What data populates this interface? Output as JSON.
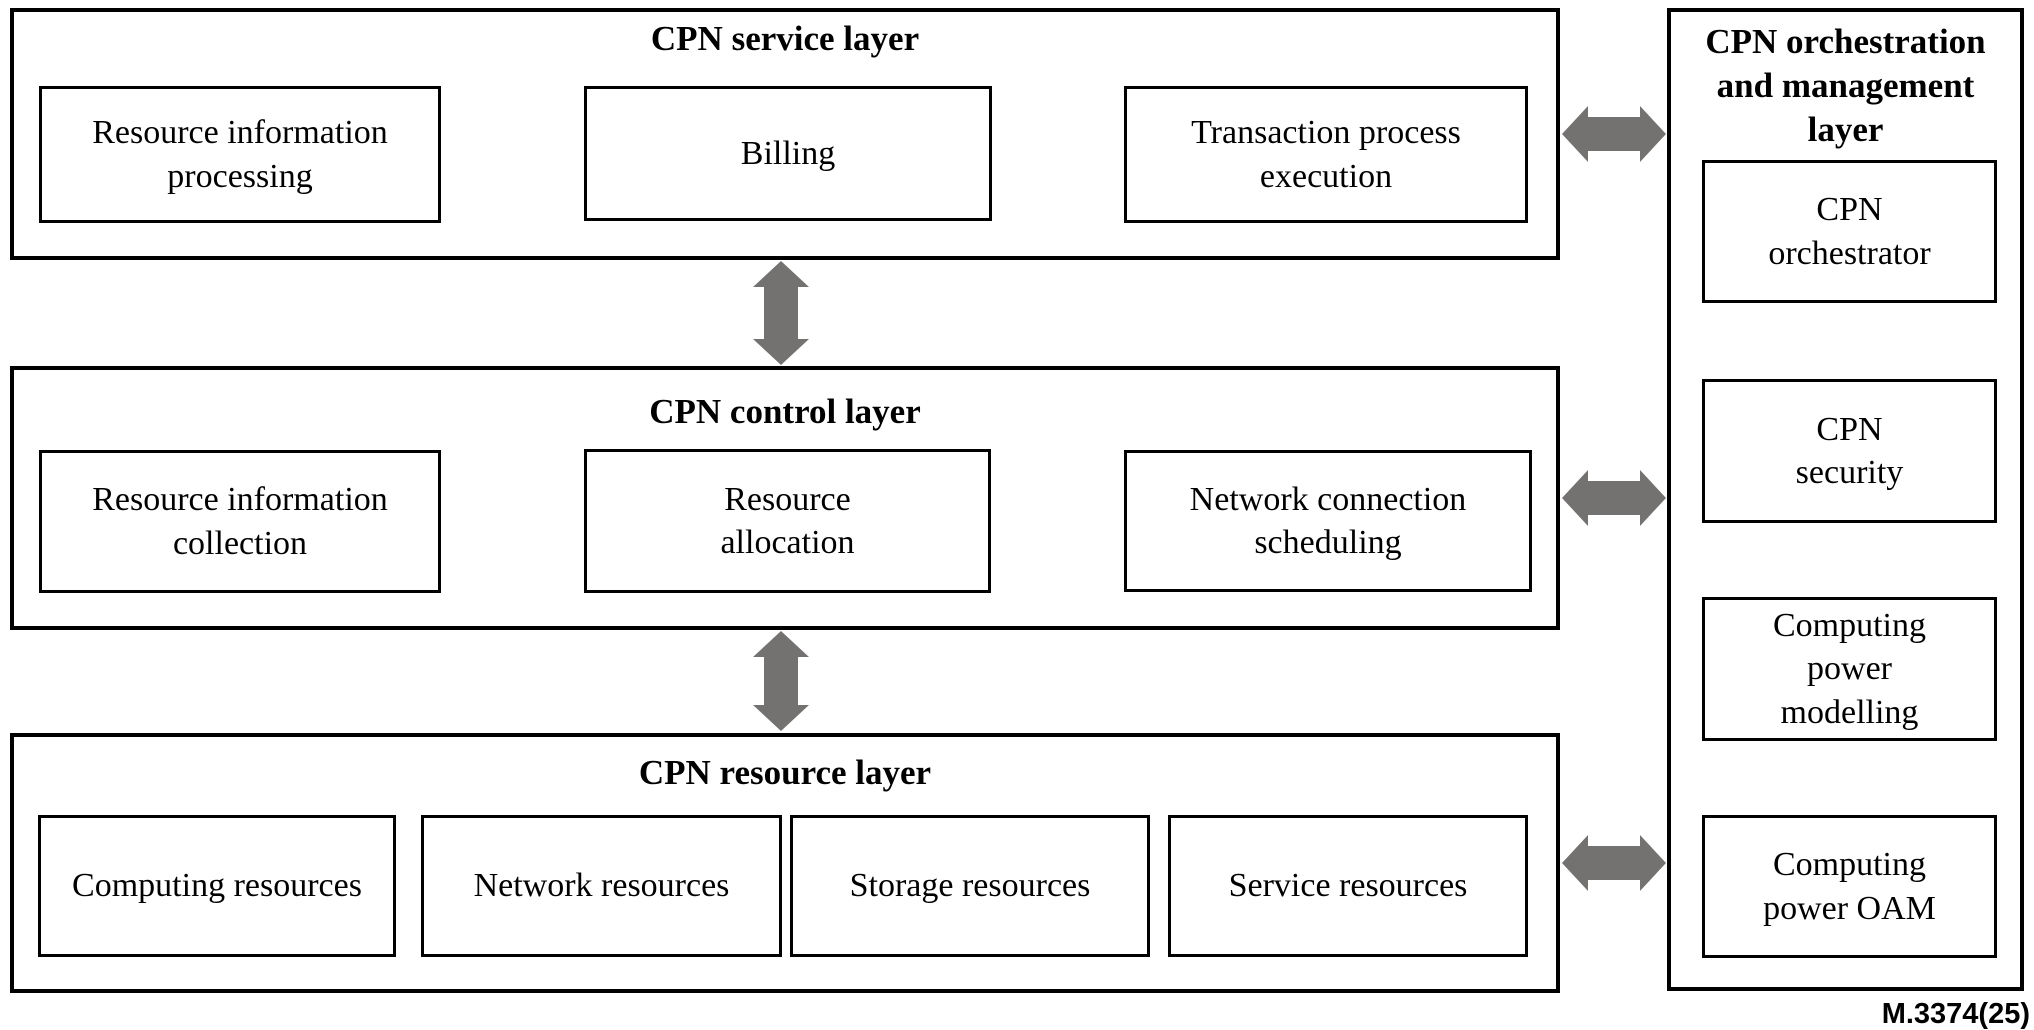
{
  "figure": {
    "caption": "M.3374(25)",
    "colors": {
      "arrow": "#747171",
      "line": "#000000",
      "background": "#ffffff",
      "text": "#000000"
    },
    "layers": [
      {
        "title": "CPN service layer",
        "modules": [
          "Resource information\nprocessing",
          "Billing",
          "Transaction process\nexecution"
        ]
      },
      {
        "title": "CPN control layer",
        "modules": [
          "Resource information\ncollection",
          "Resource\nallocation",
          "Network connection\nscheduling"
        ]
      },
      {
        "title": "CPN resource layer",
        "modules": [
          "Computing resources",
          "Network resources",
          "Storage resources",
          "Service resources"
        ]
      }
    ],
    "side_layer": {
      "title": "CPN orchestration\nand management\nlayer",
      "modules": [
        "CPN\norchestrator",
        "CPN\nsecurity",
        "Computing\npower\nmodelling",
        "Computing\npower OAM"
      ]
    },
    "arrows": [
      {
        "name": "service-to-control",
        "direction": "bidirectional-vertical"
      },
      {
        "name": "control-to-resource",
        "direction": "bidirectional-vertical"
      },
      {
        "name": "service-to-orchestration",
        "direction": "bidirectional-horizontal"
      },
      {
        "name": "control-to-orchestration",
        "direction": "bidirectional-horizontal"
      },
      {
        "name": "resource-to-orchestration",
        "direction": "bidirectional-horizontal"
      }
    ]
  }
}
